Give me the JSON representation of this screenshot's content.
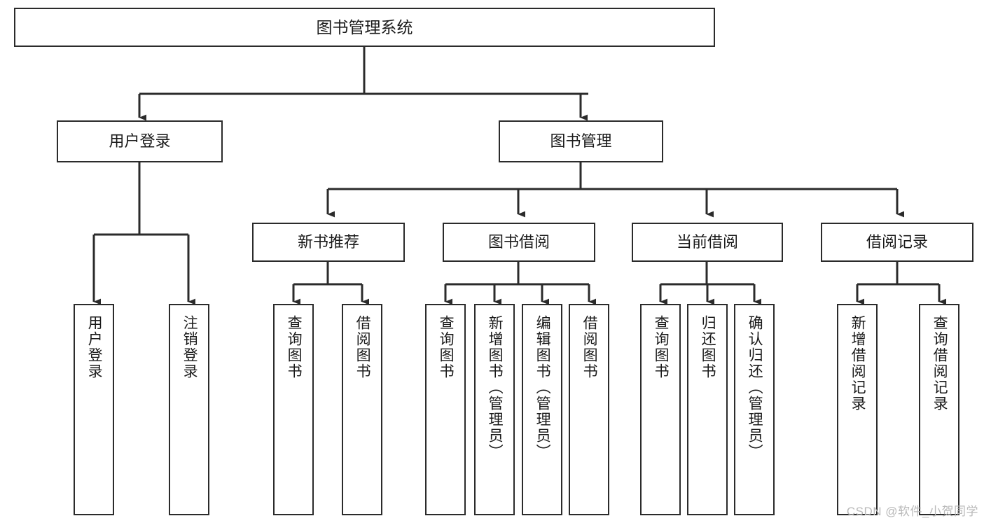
{
  "diagram": {
    "title": "图书管理系统",
    "type": "tree-hierarchy-chart",
    "watermark": "CSDN @软件_小贺同学",
    "colors": {
      "box_border": "#2b2b2b",
      "box_fill": "#ffffff",
      "edge": "#2b2b2b",
      "text": "#1a1a1a",
      "watermark": "#b9b9b9"
    },
    "nodes": {
      "root": {
        "label": "图书管理系统"
      },
      "level2": [
        {
          "label": "用户登录"
        },
        {
          "label": "图书管理"
        }
      ],
      "level3": [
        {
          "label": "新书推荐"
        },
        {
          "label": "图书借阅"
        },
        {
          "label": "当前借阅"
        },
        {
          "label": "借阅记录"
        }
      ],
      "leaves": {
        "user_login": [
          {
            "label": "用户登录"
          },
          {
            "label": "注销登录"
          }
        ],
        "new_book_recommend": [
          {
            "label": "查询图书"
          },
          {
            "label": "借阅图书"
          }
        ],
        "book_borrow": [
          {
            "label": "查询图书"
          },
          {
            "label": "新增图书（管理员）"
          },
          {
            "label": "编辑图书（管理员）"
          },
          {
            "label": "借阅图书"
          }
        ],
        "current_borrow": [
          {
            "label": "查询图书"
          },
          {
            "label": "归还图书"
          },
          {
            "label": "确认归还（管理员）"
          }
        ],
        "borrow_record": [
          {
            "label": "新增借阅记录"
          },
          {
            "label": "查询借阅记录"
          }
        ]
      }
    }
  }
}
